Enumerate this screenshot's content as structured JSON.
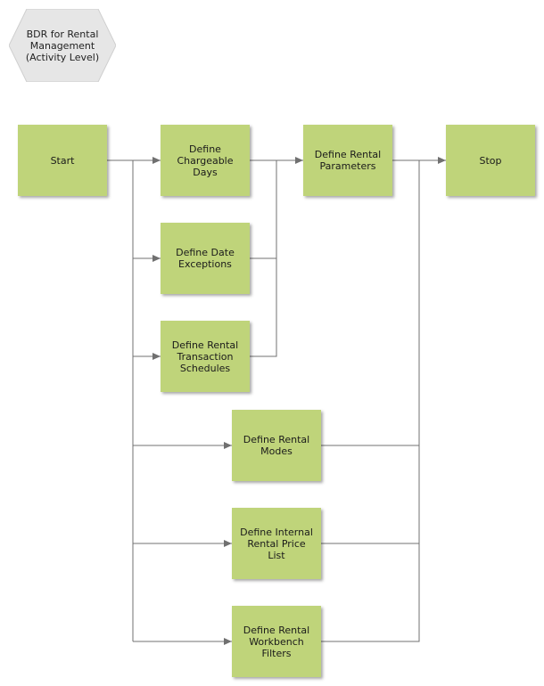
{
  "title_badge": {
    "label": "BDR for Rental\nManagement\n(Activity Level)"
  },
  "nodes": {
    "start": "Start",
    "chargeable_days": "Define\nChargeable\nDays",
    "date_exceptions": "Define Date\nExceptions",
    "transaction_schedules": "Define Rental\nTransaction\nSchedules",
    "rental_parameters": "Define Rental\nParameters",
    "rental_modes": "Define Rental\nModes",
    "internal_price_list": "Define Internal\nRental Price List",
    "workbench_filters": "Define Rental\nWorkbench\nFilters",
    "stop": "Stop"
  },
  "colors": {
    "node_fill": "#bfd47a",
    "connector": "#707070",
    "badge_fill": "#e6e6e6"
  }
}
